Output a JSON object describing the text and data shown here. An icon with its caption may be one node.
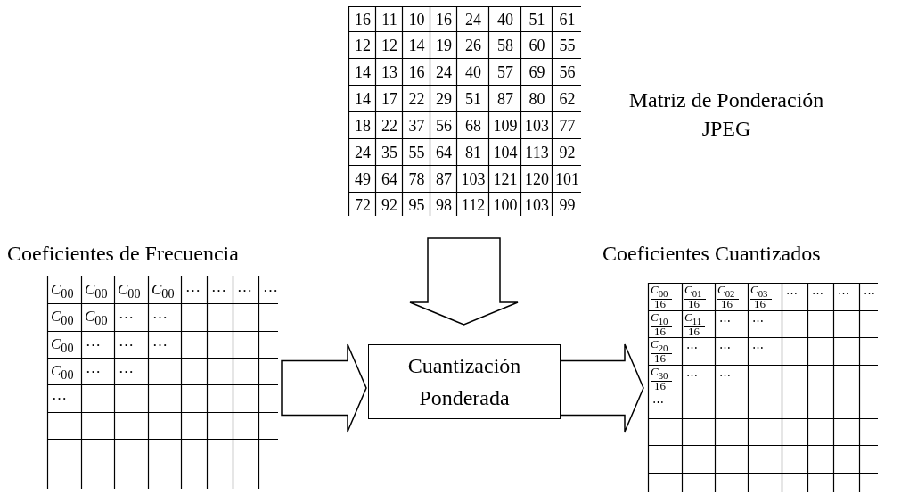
{
  "diagram": {
    "nodes": [
      {
        "text": [
          "16",
          "11",
          "10",
          "16",
          "24",
          "40",
          "51",
          "61",
          "12",
          "12",
          "14",
          "19",
          "26",
          "58",
          "60",
          "55",
          "14",
          "13",
          "16",
          "24",
          "40",
          "57",
          "69",
          "56",
          "14",
          "17",
          "22",
          "29",
          "51",
          "87",
          "80",
          "62",
          "18",
          "22",
          "37",
          "56",
          "68",
          "109",
          "103",
          "77",
          "24",
          "35",
          "55",
          "64",
          "81",
          "104",
          "113",
          "92",
          "49",
          "64",
          "78",
          "87",
          "103",
          "121",
          "120",
          "101",
          "72",
          "92",
          "95",
          "98",
          "112",
          "100",
          "103",
          "99"
        ],
        "beside": [
          "Matriz de Ponderación JPEG"
        ]
      },
      {
        "text": [
          "*C*$_{00}$",
          "*C*$_{00}$",
          "*C*$_{00}$",
          "*C*$_{00}$",
          "…",
          "…",
          "…",
          "…",
          "*C*$_{00}$",
          "*C*$_{00}$",
          "…",
          "…",
          "*C*$_{00}$",
          "…",
          "…",
          "…",
          "*C*$_{00}$",
          "…",
          "…",
          "…"
        ],
        "beside": [
          "Coeficientes de Frecuencia"
        ]
      },
      {
        "text": [
          "Cuantización Ponderada"
        ]
      },
      {
        "text": [
          "*C*$_{00}$",
          "16",
          "*C*$_{01}$",
          "16",
          "*C*$_{02}$",
          "16",
          "*C*$_{03}$",
          "16",
          "⋯",
          "⋯",
          "⋯",
          "⋯",
          "*C*$_{10}$",
          "16",
          "*C*$_{11}$",
          "16",
          "⋯",
          "⋯",
          "*C*$_{20}$",
          "16",
          "⋯",
          "⋯",
          "⋯",
          "*C*$_{30}$",
          "16",
          "⋯",
          "⋯",
          "⋯"
        ],
        "beside": [
          "Coeficientes Cuantizados"
        ]
      }
    ],
    "edges": [
      {
        "from": 0,
        "to": 2,
        "arrow": "to",
        "style": "thick"
      },
      {
        "from": 1,
        "to": 2,
        "arrow": "to",
        "style": "thick"
      },
      {
        "from": 2,
        "to": 3,
        "arrow": "to",
        "style": "thick"
      }
    ]
  }
}
